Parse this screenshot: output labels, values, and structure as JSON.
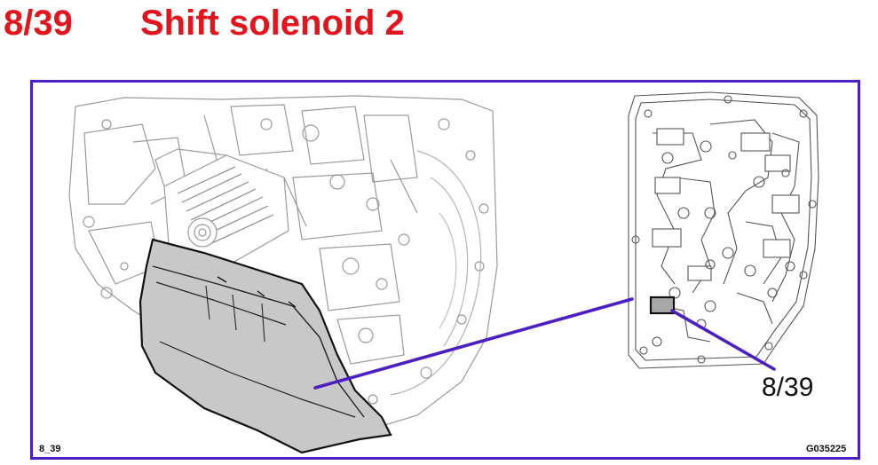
{
  "header": {
    "code": "8/39",
    "title": "Shift solenoid 2"
  },
  "callout": {
    "label": "8/39"
  },
  "footer": {
    "figure_id": "8_39",
    "reference": "G035225"
  },
  "colors": {
    "title": "#e3141b",
    "frame": "#4b1fc4",
    "leader": "#4b1fc4",
    "pan_fill": "#c8c8c8",
    "highlight_fill": "#a8a8a8"
  },
  "icons": {
    "transmission": "transmission-housing-illustration",
    "valve_body": "valve-body-illustration"
  }
}
